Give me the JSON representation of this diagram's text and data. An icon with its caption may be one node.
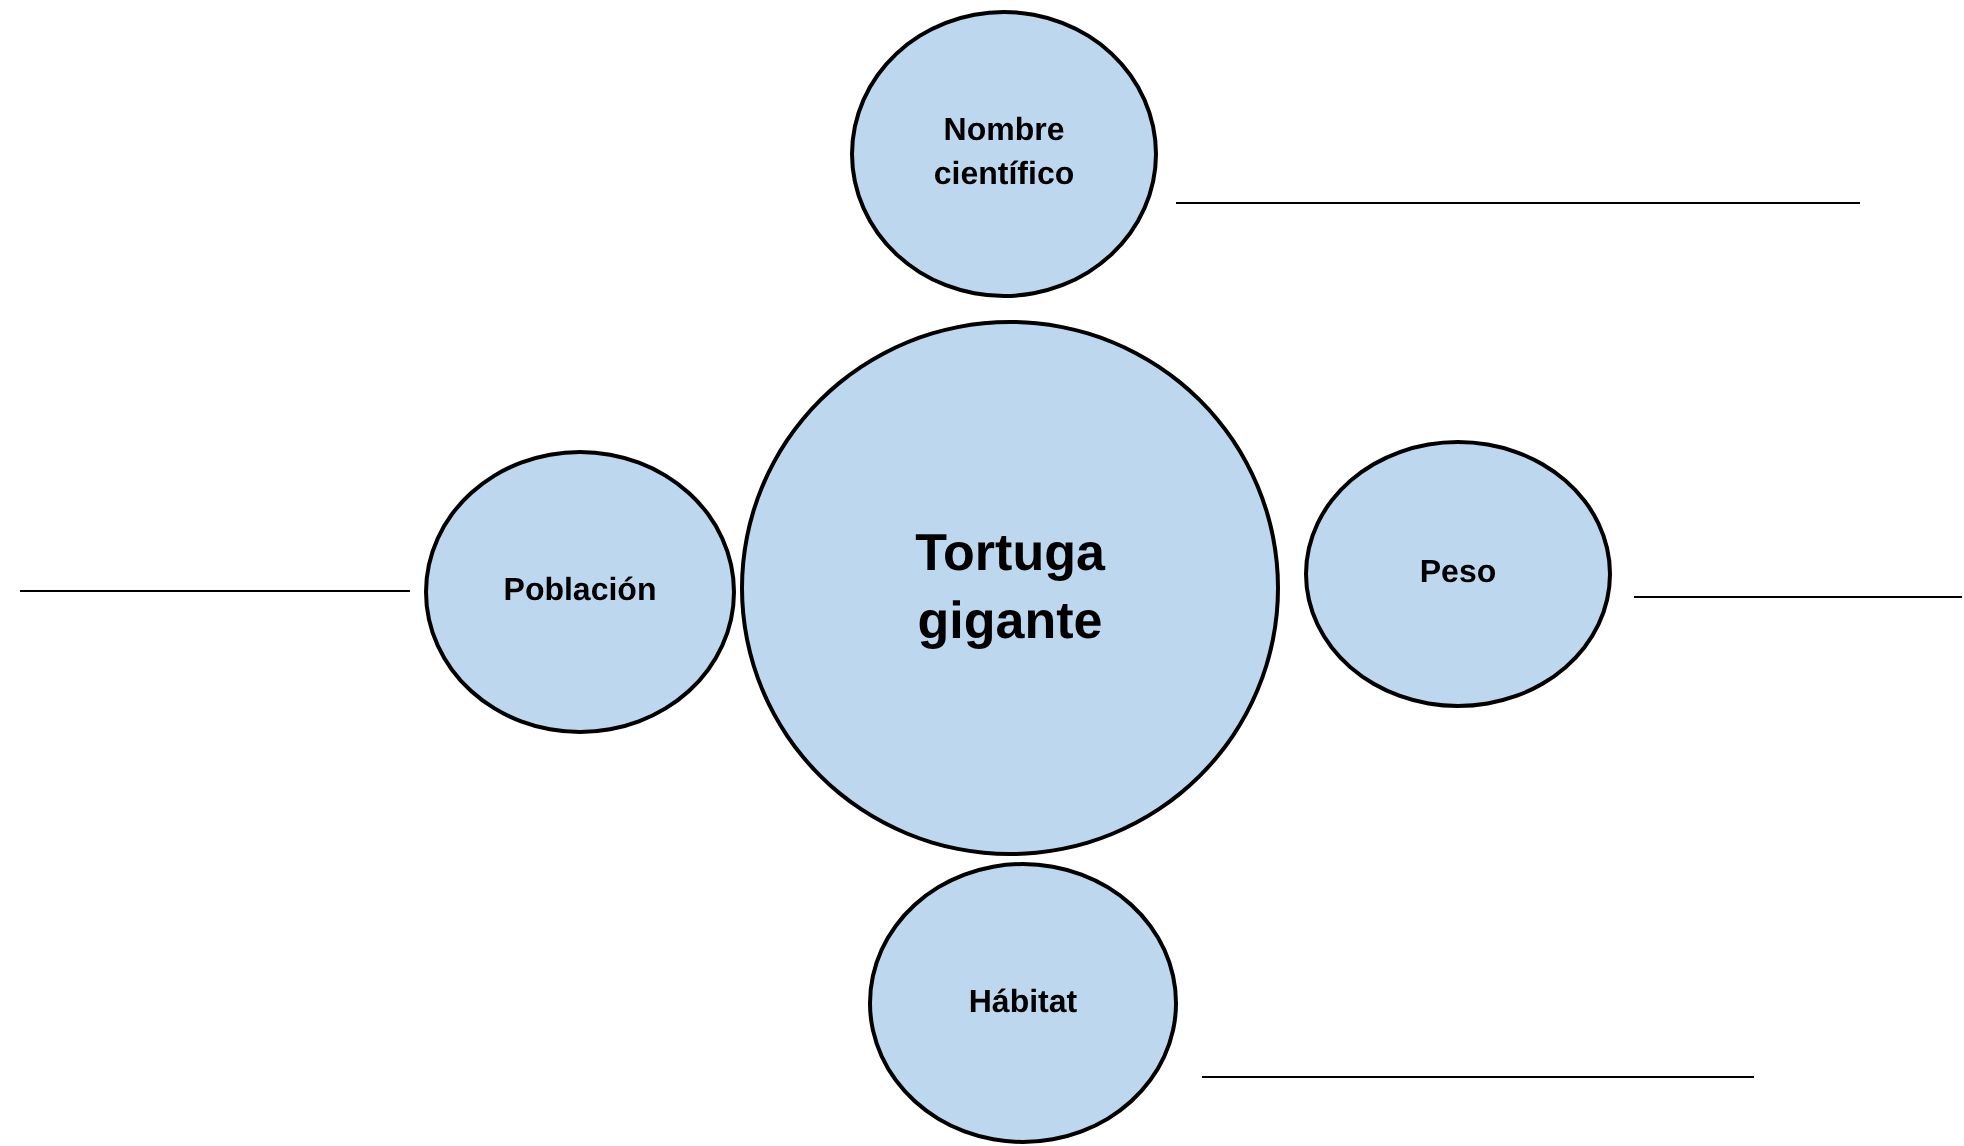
{
  "diagram": {
    "nodes": [
      {
        "text": [
          "Nombre científico"
        ]
      },
      {
        "text": [
          "Población"
        ]
      },
      {
        "text": [
          "Tortuga gigante"
        ]
      },
      {
        "text": [
          "Peso"
        ]
      },
      {
        "text": [
          "Hábitat"
        ]
      }
    ]
  }
}
